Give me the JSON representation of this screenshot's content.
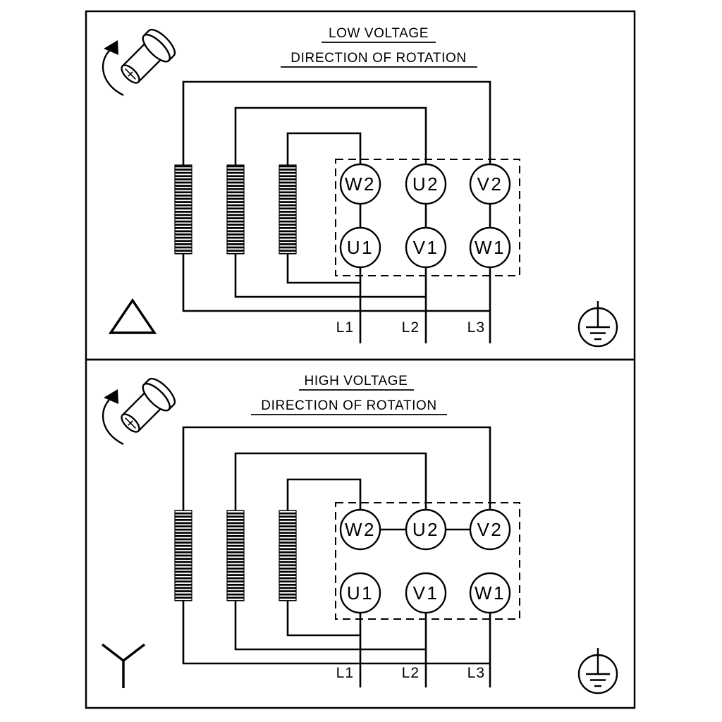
{
  "panels": [
    {
      "title": "LOW VOLTAGE",
      "subtitle": "DIRECTION OF ROTATION",
      "connection_type": "delta",
      "terminals_top": [
        "W2",
        "U2",
        "V2"
      ],
      "terminals_bottom": [
        "U1",
        "V1",
        "W1"
      ],
      "leads": [
        "L1",
        "L2",
        "L3"
      ]
    },
    {
      "title": "HIGH VOLTAGE",
      "subtitle": "DIRECTION OF ROTATION",
      "connection_type": "star",
      "terminals_top": [
        "W2",
        "U2",
        "V2"
      ],
      "terminals_bottom": [
        "U1",
        "V1",
        "W1"
      ],
      "leads": [
        "L1",
        "L2",
        "L3"
      ]
    }
  ],
  "icons": {
    "motor": "motor-rotation-icon",
    "delta": "delta-connection-icon",
    "star": "star-connection-icon",
    "ground": "earth-ground-icon"
  },
  "colors": {
    "line": "#000000",
    "background": "#ffffff"
  }
}
